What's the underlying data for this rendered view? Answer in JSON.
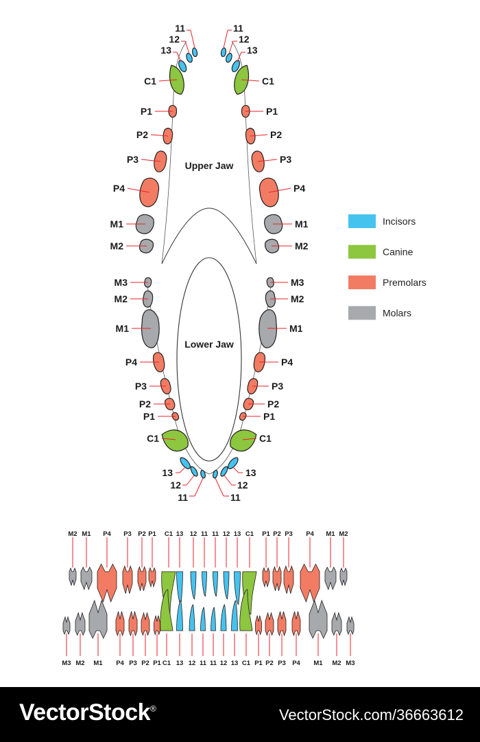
{
  "colors": {
    "incisor": "#45c3ef",
    "canine": "#8dc63f",
    "premolar": "#f27c63",
    "molar": "#a7a9ac",
    "leader": "#e8212a",
    "outline": "#231f20",
    "footer_bg": "#000000"
  },
  "jaw_labels": {
    "upper": "Upper Jaw",
    "lower": "Lower Jaw"
  },
  "legend": [
    {
      "label": "Incisors",
      "color_key": "incisor"
    },
    {
      "label": "Canine",
      "color_key": "canine"
    },
    {
      "label": "Premolars",
      "color_key": "premolar"
    },
    {
      "label": "Molars",
      "color_key": "molar"
    }
  ],
  "upper_jaw_teeth": [
    {
      "label": "11",
      "type": "incisor"
    },
    {
      "label": "12",
      "type": "incisor"
    },
    {
      "label": "13",
      "type": "incisor"
    },
    {
      "label": "C1",
      "type": "canine"
    },
    {
      "label": "P1",
      "type": "premolar"
    },
    {
      "label": "P2",
      "type": "premolar"
    },
    {
      "label": "P3",
      "type": "premolar"
    },
    {
      "label": "P4",
      "type": "premolar"
    },
    {
      "label": "M1",
      "type": "molar"
    },
    {
      "label": "M2",
      "type": "molar"
    }
  ],
  "lower_jaw_teeth": [
    {
      "label": "M3",
      "type": "molar"
    },
    {
      "label": "M2",
      "type": "molar"
    },
    {
      "label": "M1",
      "type": "molar"
    },
    {
      "label": "P4",
      "type": "premolar"
    },
    {
      "label": "P3",
      "type": "premolar"
    },
    {
      "label": "P2",
      "type": "premolar"
    },
    {
      "label": "P1",
      "type": "premolar"
    },
    {
      "label": "C1",
      "type": "canine"
    },
    {
      "label": "13",
      "type": "incisor"
    },
    {
      "label": "12",
      "type": "incisor"
    },
    {
      "label": "11",
      "type": "incisor"
    }
  ],
  "side_view_upper": [
    {
      "label": "M2",
      "type": "molar"
    },
    {
      "label": "M1",
      "type": "molar"
    },
    {
      "label": "P4",
      "type": "premolar"
    },
    {
      "label": "P3",
      "type": "premolar"
    },
    {
      "label": "P2",
      "type": "premolar"
    },
    {
      "label": "P1",
      "type": "premolar"
    },
    {
      "label": "C1",
      "type": "canine"
    },
    {
      "label": "13",
      "type": "incisor"
    },
    {
      "label": "12",
      "type": "incisor"
    },
    {
      "label": "11",
      "type": "incisor"
    },
    {
      "label": "11",
      "type": "incisor"
    },
    {
      "label": "12",
      "type": "incisor"
    },
    {
      "label": "13",
      "type": "incisor"
    },
    {
      "label": "C1",
      "type": "canine"
    },
    {
      "label": "P1",
      "type": "premolar"
    },
    {
      "label": "P2",
      "type": "premolar"
    },
    {
      "label": "P3",
      "type": "premolar"
    },
    {
      "label": "P4",
      "type": "premolar"
    },
    {
      "label": "M1",
      "type": "molar"
    },
    {
      "label": "M2",
      "type": "molar"
    }
  ],
  "side_view_lower": [
    {
      "label": "M3",
      "type": "molar"
    },
    {
      "label": "M2",
      "type": "molar"
    },
    {
      "label": "M1",
      "type": "molar"
    },
    {
      "label": "P4",
      "type": "premolar"
    },
    {
      "label": "P3",
      "type": "premolar"
    },
    {
      "label": "P2",
      "type": "premolar"
    },
    {
      "label": "P1",
      "type": "premolar"
    },
    {
      "label": "C1",
      "type": "canine"
    },
    {
      "label": "13",
      "type": "incisor"
    },
    {
      "label": "12",
      "type": "incisor"
    },
    {
      "label": "11",
      "type": "incisor"
    },
    {
      "label": "11",
      "type": "incisor"
    },
    {
      "label": "12",
      "type": "incisor"
    },
    {
      "label": "13",
      "type": "incisor"
    },
    {
      "label": "C1",
      "type": "canine"
    },
    {
      "label": "P1",
      "type": "premolar"
    },
    {
      "label": "P2",
      "type": "premolar"
    },
    {
      "label": "P3",
      "type": "premolar"
    },
    {
      "label": "P4",
      "type": "premolar"
    },
    {
      "label": "M1",
      "type": "molar"
    },
    {
      "label": "M2",
      "type": "molar"
    },
    {
      "label": "M3",
      "type": "molar"
    }
  ],
  "footer": {
    "brand": "VectorStock",
    "brand_mark": "®",
    "url": "VectorStock.com/36663612"
  }
}
